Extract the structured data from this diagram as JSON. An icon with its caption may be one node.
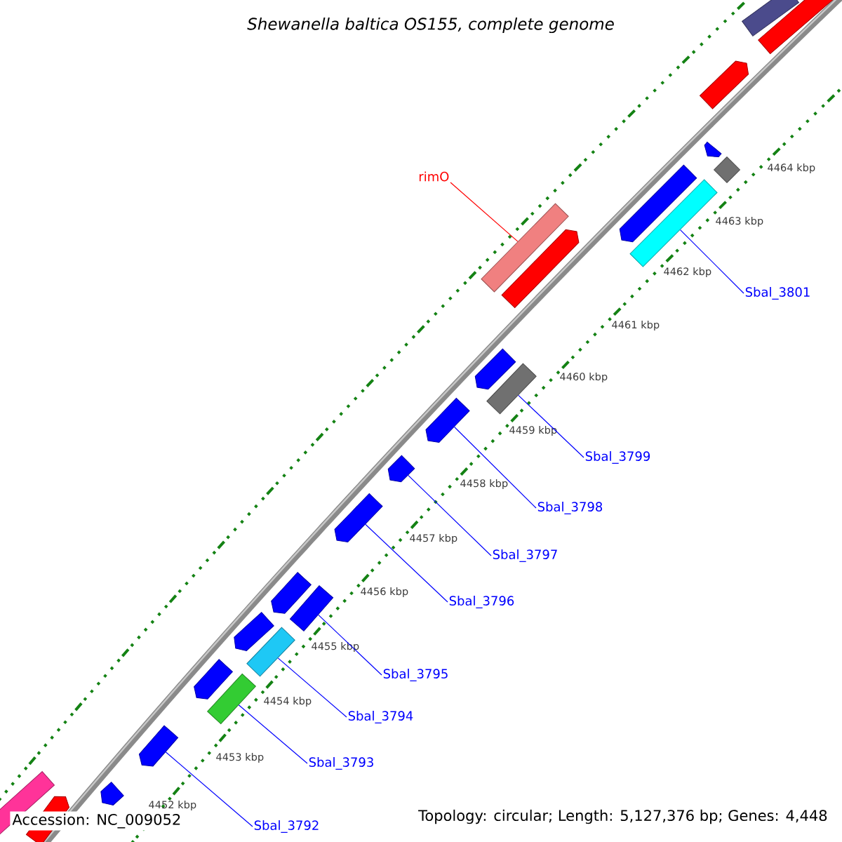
{
  "diagram": {
    "title": "Shewanella baltica OS155, complete genome",
    "nodes": [
      {
        "text": [
          "rimO"
        ]
      },
      {
        "text": [
          "Sbal_3801"
        ]
      },
      {
        "text": [
          "Sbal_3799"
        ]
      },
      {
        "text": [
          "Sbal_3798"
        ]
      },
      {
        "text": [
          "Sbal_3797"
        ]
      },
      {
        "text": [
          "Sbal_3796"
        ]
      },
      {
        "text": [
          "Sbal_3795"
        ]
      },
      {
        "text": [
          "Sbal_3794"
        ]
      },
      {
        "text": [
          "Sbal_3793"
        ]
      },
      {
        "text": [
          "Sbal_3792"
        ]
      },
      {
        "text": [],
        "shape": "box"
      },
      {
        "text": [],
        "shape": "box"
      },
      {
        "text": [],
        "shape": "pentagon"
      },
      {
        "text": [],
        "shape": "pentagon"
      },
      {
        "text": [],
        "shape": "diamond"
      },
      {
        "text": [],
        "shape": "pentagon"
      },
      {
        "text": [],
        "shape": "box"
      },
      {
        "text": [],
        "shape": "box"
      },
      {
        "text": [],
        "shape": "pentagon"
      },
      {
        "text": [],
        "shape": "pentagon"
      },
      {
        "text": [],
        "shape": "box"
      },
      {
        "text": [],
        "shape": "pentagon"
      },
      {
        "text": [],
        "shape": "pentagon"
      },
      {
        "text": [],
        "shape": "pentagon"
      },
      {
        "text": [],
        "shape": "pentagon"
      },
      {
        "text": [],
        "shape": "box"
      },
      {
        "text": [],
        "shape": "pentagon"
      },
      {
        "text": [],
        "shape": "box"
      },
      {
        "text": [],
        "shape": "pentagon"
      },
      {
        "text": [],
        "shape": "box"
      },
      {
        "text": [],
        "shape": "pentagon"
      },
      {
        "text": [],
        "shape": "box"
      },
      {
        "text": [],
        "shape": "pentagon"
      },
      {
        "text": [],
        "shape": "pentagon"
      }
    ],
    "edges": [
      {
        "from": 0,
        "to": 17,
        "arrow": "none",
        "color": "#ff0000"
      },
      {
        "from": 1,
        "to": 16,
        "arrow": "none"
      },
      {
        "from": 2,
        "to": 20,
        "arrow": "none"
      },
      {
        "from": 3,
        "to": 21,
        "arrow": "none"
      },
      {
        "from": 4,
        "to": 22,
        "arrow": "none"
      },
      {
        "from": 5,
        "to": 23,
        "arrow": "none"
      },
      {
        "from": 6,
        "to": 25,
        "arrow": "none"
      },
      {
        "from": 7,
        "to": 27,
        "arrow": "none"
      },
      {
        "from": 8,
        "to": 29,
        "arrow": "none"
      },
      {
        "from": 9,
        "to": 30,
        "arrow": "none"
      }
    ],
    "labels": [
      "4464 kbp",
      "4463 kbp",
      "4462 kbp",
      "4461 kbp",
      "4460 kbp",
      "4459 kbp",
      "4458 kbp",
      "4457 kbp",
      "4456 kbp",
      "4455 kbp",
      "4454 kbp",
      "4453 kbp",
      "4452 kbp",
      "Accession: NC_009052",
      "Topology: circular; Length: 5,127,376 bp; Genes: 4,448"
    ]
  }
}
